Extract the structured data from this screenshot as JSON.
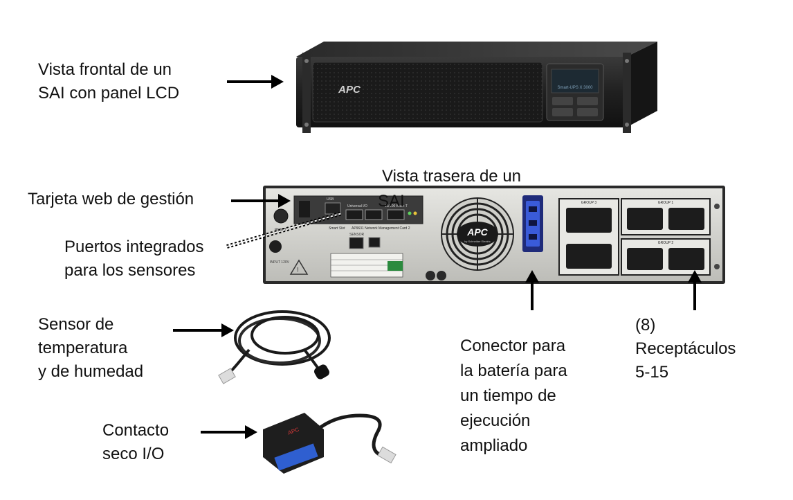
{
  "labels": {
    "front_view": [
      "Vista frontal de un",
      "SAI con panel LCD"
    ],
    "rear_view": [
      "Vista trasera de un",
      "SAI"
    ],
    "web_card": "Tarjeta web de gestión",
    "ports": [
      "Puertos integrados",
      "para los sensores"
    ],
    "sensor": [
      "Sensor de",
      "temperatura",
      "y de humedad"
    ],
    "dry_contact": [
      "Contacto",
      "seco I/O"
    ],
    "battery_connector": [
      "Conector para",
      "la batería para",
      "un tiempo de",
      "ejecución",
      "ampliado"
    ],
    "receptacles": [
      "(8)",
      "Receptáculos",
      "5-15"
    ]
  },
  "device_text": {
    "front_logo": "APC",
    "front_model": "Smart-UPS X 3000",
    "rear_logo": "APC",
    "rear_sublogo": "by Schneider Electric",
    "group_1": "GROUP 1",
    "group_2": "GROUP 2",
    "group_3": "GROUP 3",
    "card_label": "AP9631 Network Management Card 2",
    "port_usb": "USB",
    "port_universal": "Universal I/O",
    "port_network": "10/100 Base-T",
    "smart_slot": "Smart Slot",
    "sensor_label": "SENSOR",
    "input_label": "INPUT 120V",
    "reset_label": "RESET"
  },
  "colors": {
    "device_body": "#1c1c1c",
    "rear_panel": "#d8d8d4",
    "connector_blue": "#3a5bd9",
    "arrow": "#000000"
  }
}
